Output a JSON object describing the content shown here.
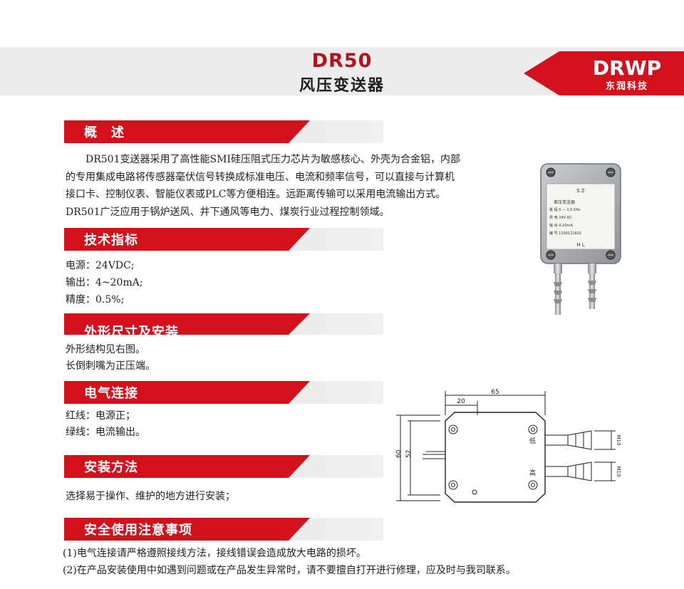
{
  "header": {
    "model": "DR50",
    "product_name": "风压变送器",
    "logo_text": "DRWP",
    "logo_subtitle": "东润科技"
  },
  "sections": {
    "overview": {
      "title": "概　述",
      "lines": [
        "DR501变送器采用了高性能SMI硅压阻式压力芯片为敏感核心、外壳为合金铝，内部",
        "的专用集成电路将传感器毫伏信号转换成标准电压、电流和频率信号，可以直接与计算机",
        "接口卡、控制仪表、智能仪表或PLC等方便相连。远距离传输可以采用电流输出方式。",
        "DR501广泛应用于锅炉送风、井下通风等电力、煤炭行业过程控制领域。"
      ]
    },
    "specs": {
      "title": "技术指标",
      "lines": [
        "电源：24VDC;",
        "输出：4~20mA;",
        "精度：0.5%;"
      ]
    },
    "mounting": {
      "title": "外形尺寸及安装",
      "lines": [
        "外形结构见右图。",
        "长倒刺嘴为正压端。"
      ]
    },
    "wiring": {
      "title": "电气连接",
      "lines": [
        "红线：电源正；",
        "绿线：电流输出。"
      ]
    },
    "install": {
      "title": "安装方法",
      "lines": [
        "选择易于操作、维护的地方进行安装；"
      ]
    },
    "safety": {
      "title": "安全使用注意事项",
      "lines": [
        "(1)电气连接请严格遵照接线方法，接线错误会造成放大电路的损坏。",
        "(2)在产品安装使用中如遇到问题或在产品发生异常时，请不要擅自打开进行修理，应及时与我司联系。"
      ]
    }
  },
  "photo_label": {
    "top_marks": "S      Z",
    "title": "差压变送器",
    "row1": "量 程  0 — 1.5 KPa",
    "row2": "供 电  24V DC",
    "row3": "输 出  4-20mA",
    "row4": "编 号  1106121602",
    "bottom_marks": "H      L"
  },
  "drawing": {
    "dim_width": "65",
    "dim_offset": "20",
    "dim_height_outer": "60",
    "dim_height_inner": "52",
    "port_low": "低",
    "port_high": "高",
    "thread": "M10"
  },
  "colors": {
    "brand_red": "#d2111c",
    "model_red": "#b3121d"
  }
}
